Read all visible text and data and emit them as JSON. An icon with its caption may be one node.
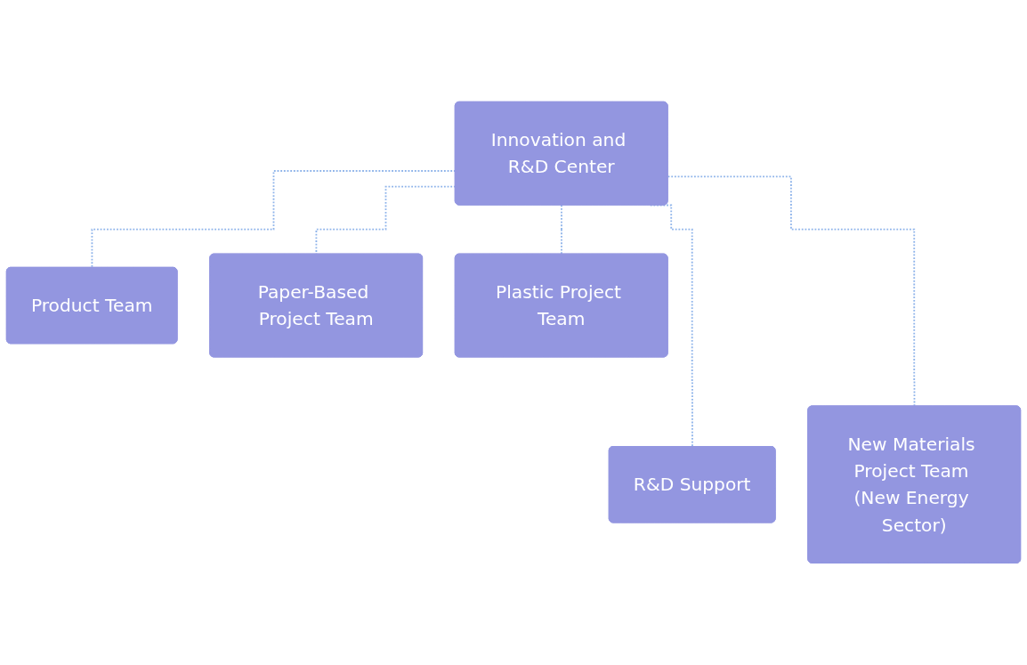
{
  "diagram": {
    "nodes": [
      {
        "text": [
          "Innovation and R&D Center"
        ]
      },
      {
        "text": [
          "Product Team"
        ]
      },
      {
        "text": [
          "Paper-Based Project Team"
        ]
      },
      {
        "text": [
          "Plastic Project Team"
        ]
      },
      {
        "text": [
          "R&D Support"
        ]
      },
      {
        "text": [
          "New Materials Project Team (New Energy Sector)"
        ]
      }
    ],
    "edges": [
      {
        "from": 0,
        "to": 1,
        "arrow": "none",
        "style": "dashed"
      },
      {
        "from": 0,
        "to": 4,
        "arrow": "none",
        "style": "dashed"
      },
      {
        "from": 0,
        "to": 2,
        "arrow": "none",
        "style": "dashed"
      },
      {
        "from": 0,
        "to": 5,
        "arrow": "none",
        "style": "dashed"
      },
      {
        "from": 0,
        "to": 3,
        "arrow": "none",
        "style": "dashed"
      }
    ]
  }
}
